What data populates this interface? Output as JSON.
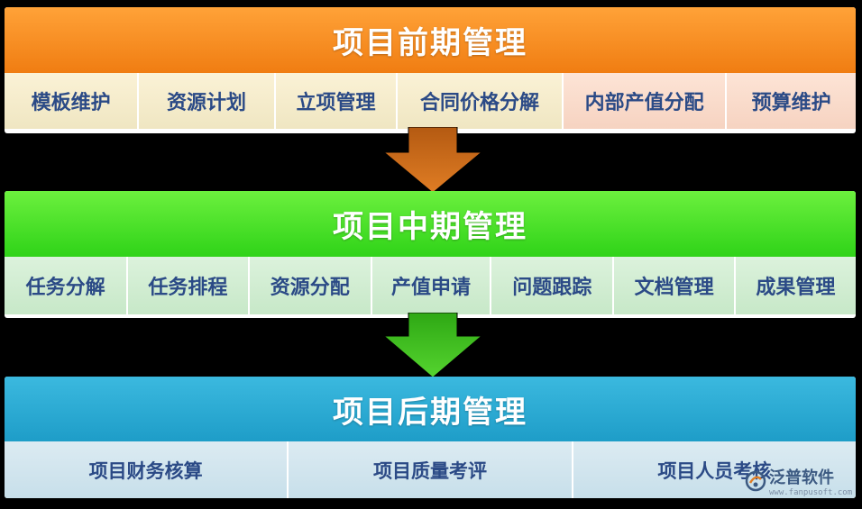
{
  "phases": [
    {
      "title": "项目前期管理",
      "items": [
        "模板维护",
        "资源计划",
        "立项管理",
        "合同价格分解",
        "内部产值分配",
        "预算维护"
      ]
    },
    {
      "title": "项目中期管理",
      "items": [
        "任务分解",
        "任务排程",
        "资源分配",
        "产值申请",
        "问题跟踪",
        "文档管理",
        "成果管理"
      ]
    },
    {
      "title": "项目后期管理",
      "items": [
        "项目财务核算",
        "项目质量考评",
        "项目人员考核"
      ]
    }
  ],
  "watermark": {
    "brand": "泛普软件",
    "url": "www.fanpusoft.com"
  },
  "colors": {
    "phase1": "#f58a1f",
    "phase2": "#3fd826",
    "phase3": "#26a7d3",
    "item_text": "#2b4a86",
    "arrow1": "#d8701a",
    "arrow2": "#3ec61f"
  }
}
